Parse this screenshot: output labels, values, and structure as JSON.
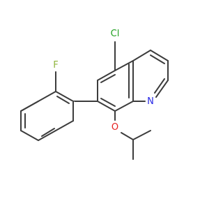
{
  "molecule": {
    "atoms": {
      "chlorine": "Cl",
      "fluorine": "F",
      "nitrogen": "N",
      "oxygen": "O"
    }
  },
  "colors": {
    "background": "#ffffff",
    "bond": "#3c3c3c",
    "chlorine": "#1fa01f",
    "fluorine": "#8fb43c",
    "nitrogen": "#2828e6",
    "oxygen": "#e62020"
  }
}
